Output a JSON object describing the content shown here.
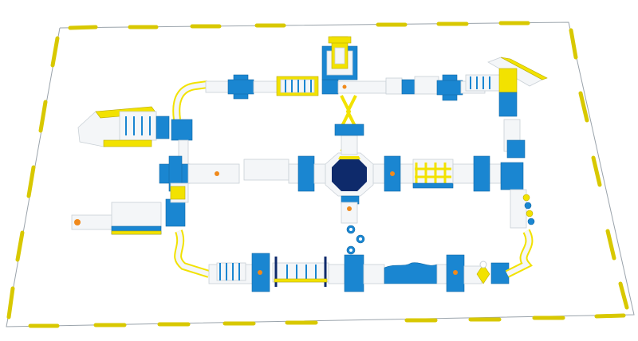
{
  "colors": {
    "background": "#ffffff",
    "boundary_line": "#9aa3ab",
    "buoy_yellow": "#f2e200",
    "module_blue": "#1a86d1",
    "module_white": "#f4f6f8",
    "trampoline_center": "#0e2a6b",
    "logo_orange": "#f08a1c"
  },
  "icons": [
    "buoy",
    "walkway",
    "slide",
    "climbing-tower",
    "trampoline",
    "monkey-bars",
    "spinner-balls",
    "climbing-wall"
  ]
}
